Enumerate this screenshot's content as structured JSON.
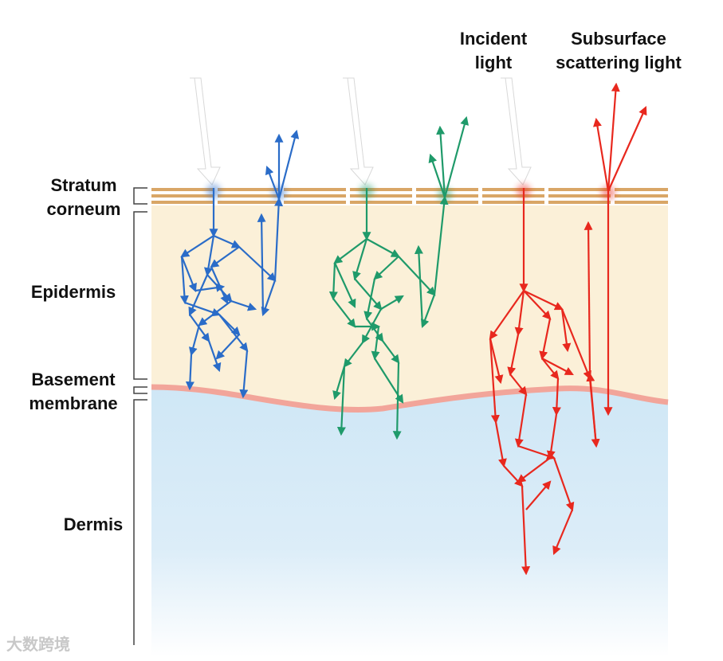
{
  "labels": {
    "stratum_corneum_1": "Stratum",
    "stratum_corneum_2": "corneum",
    "epidermis": "Epidermis",
    "basement_membrane_1": "Basement",
    "basement_membrane_2": "membrane",
    "dermis": "Dermis",
    "incident_light_1": "Incident",
    "incident_light_2": "light",
    "subsurface_1": "Subsurface",
    "subsurface_2": "scattering light"
  },
  "colors": {
    "blue": "#2a6cc8",
    "green": "#1f9a6a",
    "red": "#e8281e",
    "stratum_band": "#d9a666",
    "epidermis_bg": "#fbf0d8",
    "dermis_bg": "#d2e9f7",
    "membrane": "#f2a59a"
  },
  "watermark": "大数跨境"
}
